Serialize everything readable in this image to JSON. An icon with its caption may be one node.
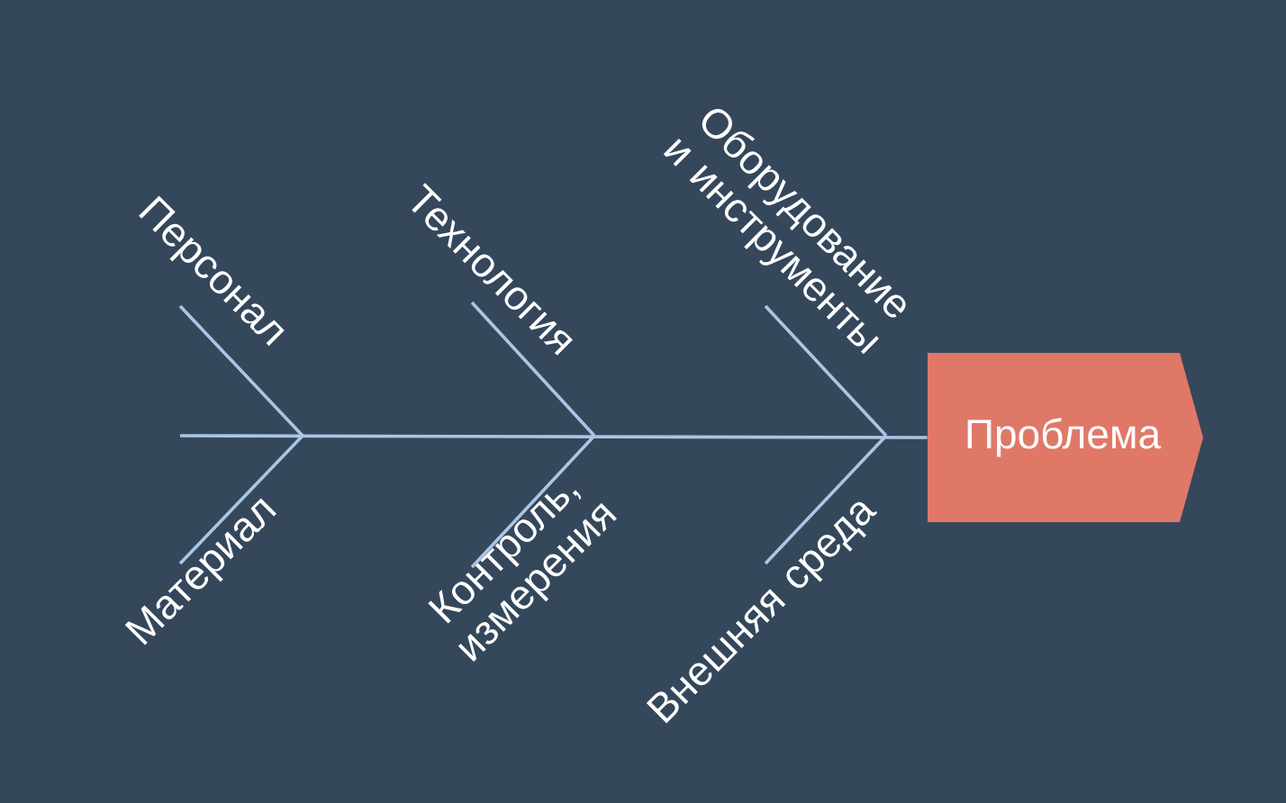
{
  "diagram": {
    "nodes": [
      {
        "text": [
          "Проблема"
        ]
      },
      {
        "text": [
          "Персонал"
        ]
      },
      {
        "text": [
          "Материал"
        ]
      },
      {
        "text": [
          "Технология"
        ]
      },
      {
        "text": [
          "Контроль, измерения"
        ]
      },
      {
        "text": [
          "Оборудование и инструменты"
        ]
      },
      {
        "text": [
          "Внешняя среда"
        ]
      }
    ],
    "edges": [
      {
        "from": null,
        "to": 0,
        "arrow": "none"
      },
      {
        "from": 1,
        "to": null,
        "arrow": "none"
      },
      {
        "from": 2,
        "to": null,
        "arrow": "none"
      },
      {
        "from": 3,
        "to": null,
        "arrow": "none"
      },
      {
        "from": 4,
        "to": null,
        "arrow": "none"
      },
      {
        "from": 5,
        "to": null,
        "arrow": "none"
      },
      {
        "from": 6,
        "to": null,
        "arrow": "none"
      }
    ]
  }
}
